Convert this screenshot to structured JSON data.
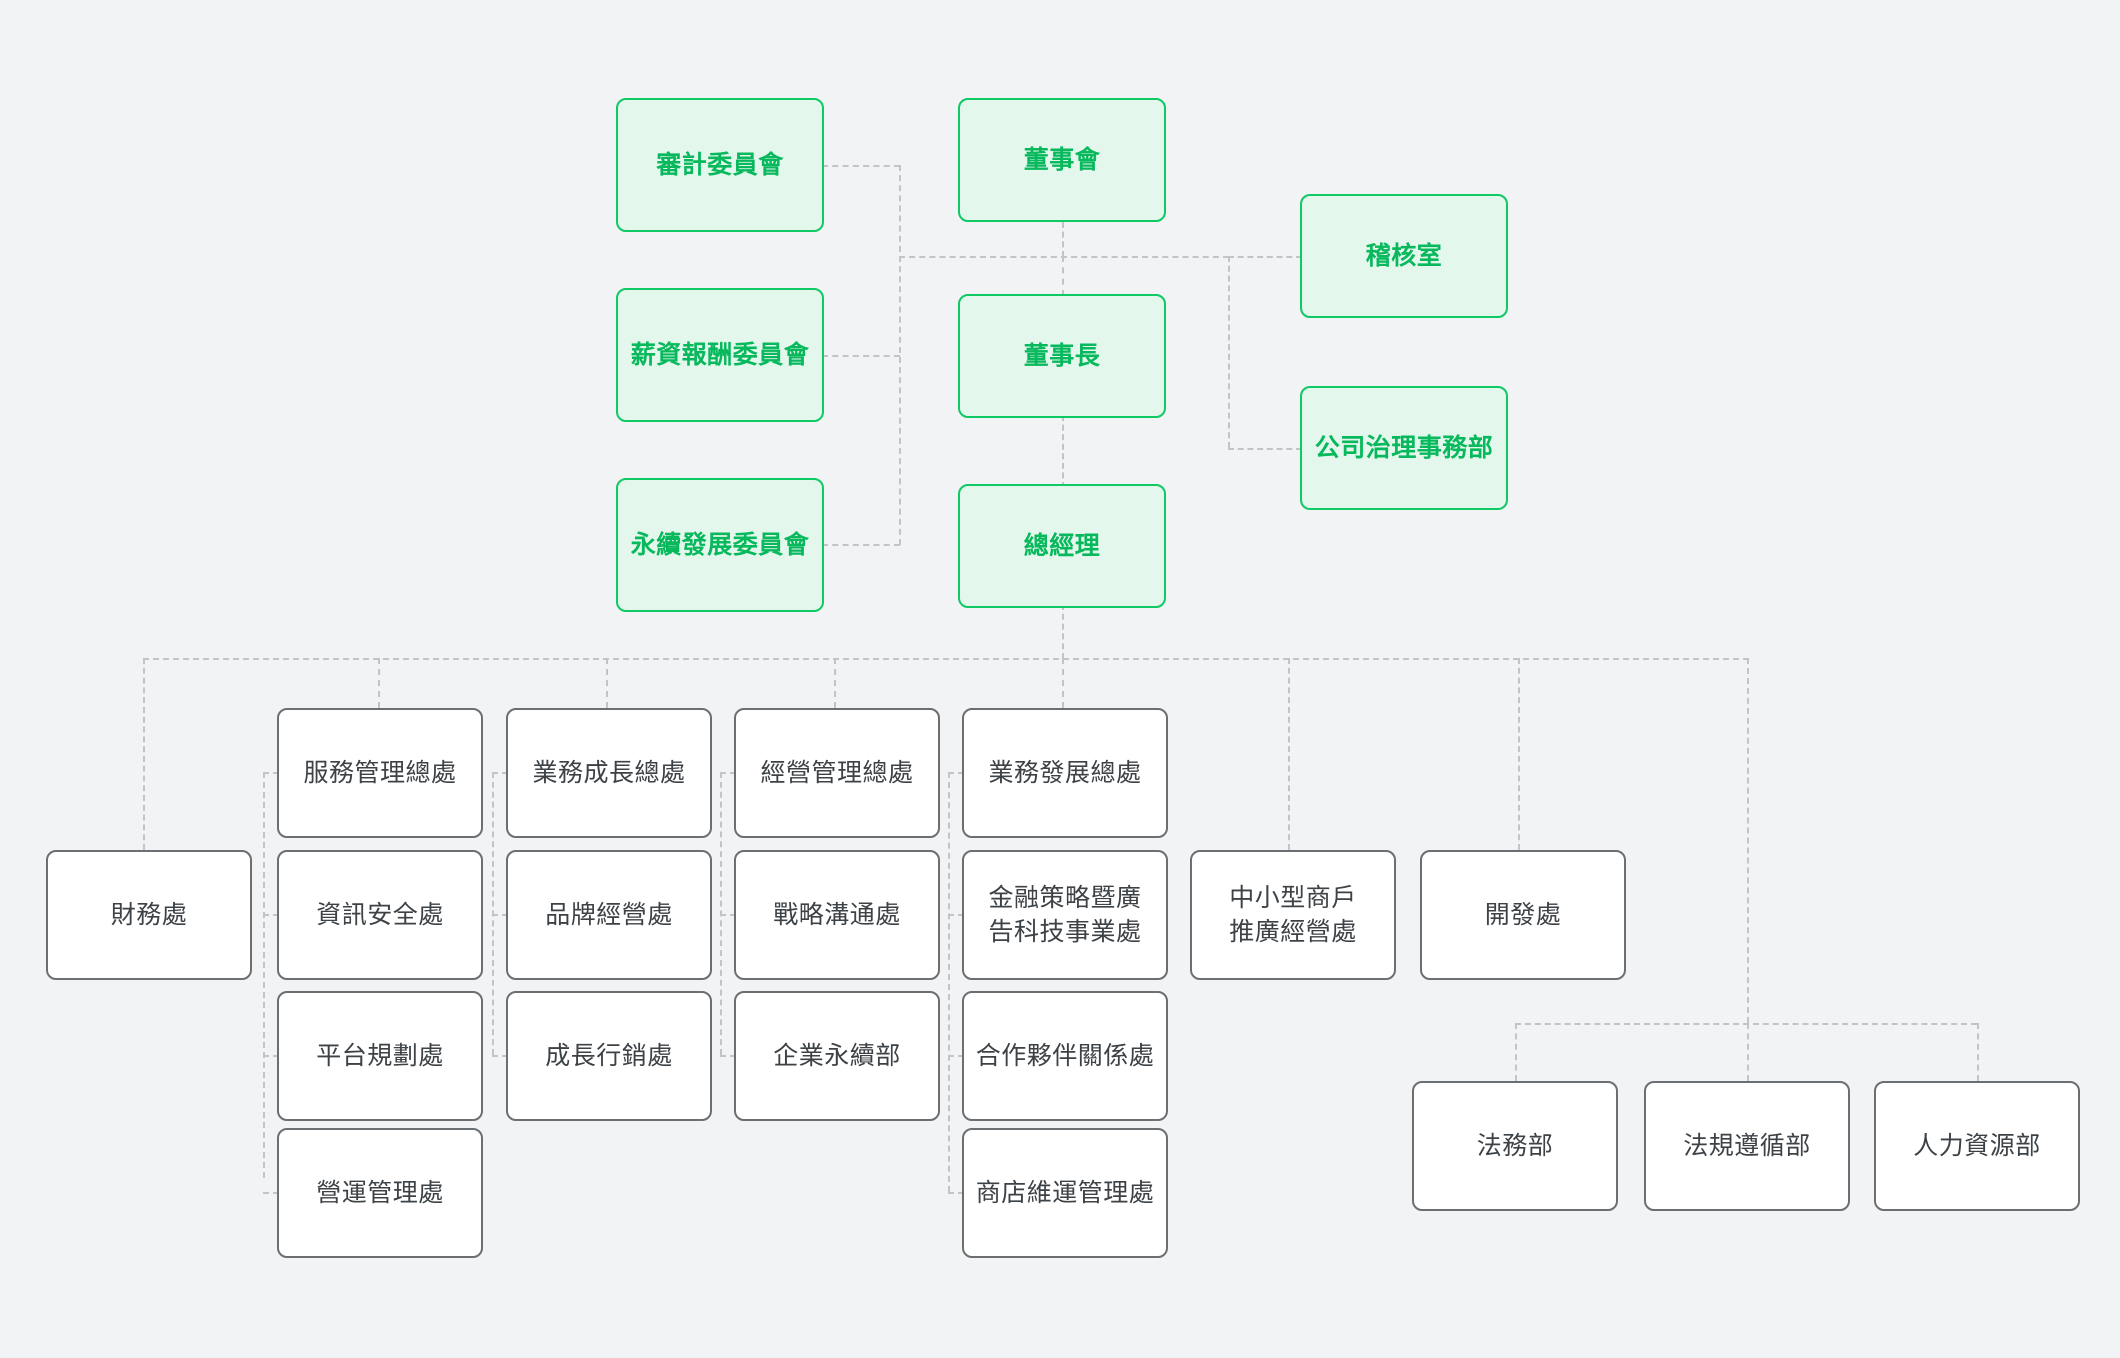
{
  "chart_title": "",
  "colors": {
    "page_background": "#f2f3f5",
    "green_accent": "#0ec964",
    "green_text": "#07b95c",
    "green_fill": "#e4f7ec",
    "plain_border": "#6b6f72",
    "plain_text": "#3d4246",
    "connector": "#c2c4c8"
  },
  "nodes": {
    "board": {
      "label": "董事會",
      "style": "green"
    },
    "audit_committee": {
      "label": "審計委員會",
      "style": "green"
    },
    "compensation_committee": {
      "label": "薪資報酬委員會",
      "style": "green"
    },
    "sustainability_committee": {
      "label": "永續發展委員會",
      "style": "green"
    },
    "chairman": {
      "label": "董事長",
      "style": "green"
    },
    "president": {
      "label": "總經理",
      "style": "green"
    },
    "audit_office": {
      "label": "稽核室",
      "style": "green"
    },
    "governance_office": {
      "label": "公司治理事務部",
      "style": "green"
    },
    "finance": {
      "label": "財務處",
      "style": "plain"
    },
    "service_mgmt_hq": {
      "label": "服務管理總處",
      "style": "plain"
    },
    "info_security": {
      "label": "資訊安全處",
      "style": "plain"
    },
    "platform_planning": {
      "label": "平台規劃處",
      "style": "plain"
    },
    "operation_mgmt": {
      "label": "營運管理處",
      "style": "plain"
    },
    "business_growth_hq": {
      "label": "業務成長總處",
      "style": "plain"
    },
    "brand_mgmt": {
      "label": "品牌經營處",
      "style": "plain"
    },
    "growth_marketing": {
      "label": "成長行銷處",
      "style": "plain"
    },
    "operations_mgmt_hq": {
      "label": "經營管理總處",
      "style": "plain"
    },
    "strategic_comm": {
      "label": "戰略溝通處",
      "style": "plain"
    },
    "corporate_sustainability": {
      "label": "企業永續部",
      "style": "plain"
    },
    "business_dev_hq": {
      "label": "業務發展總處",
      "style": "plain"
    },
    "fin_strategy_adtech": {
      "label": "金融策略暨廣\n告科技事業處",
      "style": "plain"
    },
    "partner_relations": {
      "label": "合作夥伴關係處",
      "style": "plain"
    },
    "store_ops_mgmt": {
      "label": "商店維運管理處",
      "style": "plain"
    },
    "sme_merchant": {
      "label": "中小型商戶\n推廣經營處",
      "style": "plain"
    },
    "development": {
      "label": "開發處",
      "style": "plain"
    },
    "legal": {
      "label": "法務部",
      "style": "plain"
    },
    "compliance": {
      "label": "法規遵循部",
      "style": "plain"
    },
    "human_resources": {
      "label": "人力資源部",
      "style": "plain"
    }
  },
  "hierarchy": {
    "top": [
      "board"
    ],
    "board_committees": [
      "audit_committee",
      "compensation_committee",
      "sustainability_committee"
    ],
    "board_direct": [
      "chairman",
      "audit_office",
      "governance_office"
    ],
    "chairman_direct": [
      "president"
    ],
    "president_direct": [
      "finance",
      "service_mgmt_hq",
      "business_growth_hq",
      "operations_mgmt_hq",
      "business_dev_hq",
      "sme_merchant",
      "development",
      "legal",
      "compliance",
      "human_resources"
    ],
    "service_mgmt_hq_children": [
      "info_security",
      "platform_planning",
      "operation_mgmt"
    ],
    "business_growth_hq_children": [
      "brand_mgmt",
      "growth_marketing"
    ],
    "operations_mgmt_hq_children": [
      "strategic_comm",
      "corporate_sustainability"
    ],
    "business_dev_hq_children": [
      "fin_strategy_adtech",
      "partner_relations",
      "store_ops_mgmt"
    ]
  }
}
